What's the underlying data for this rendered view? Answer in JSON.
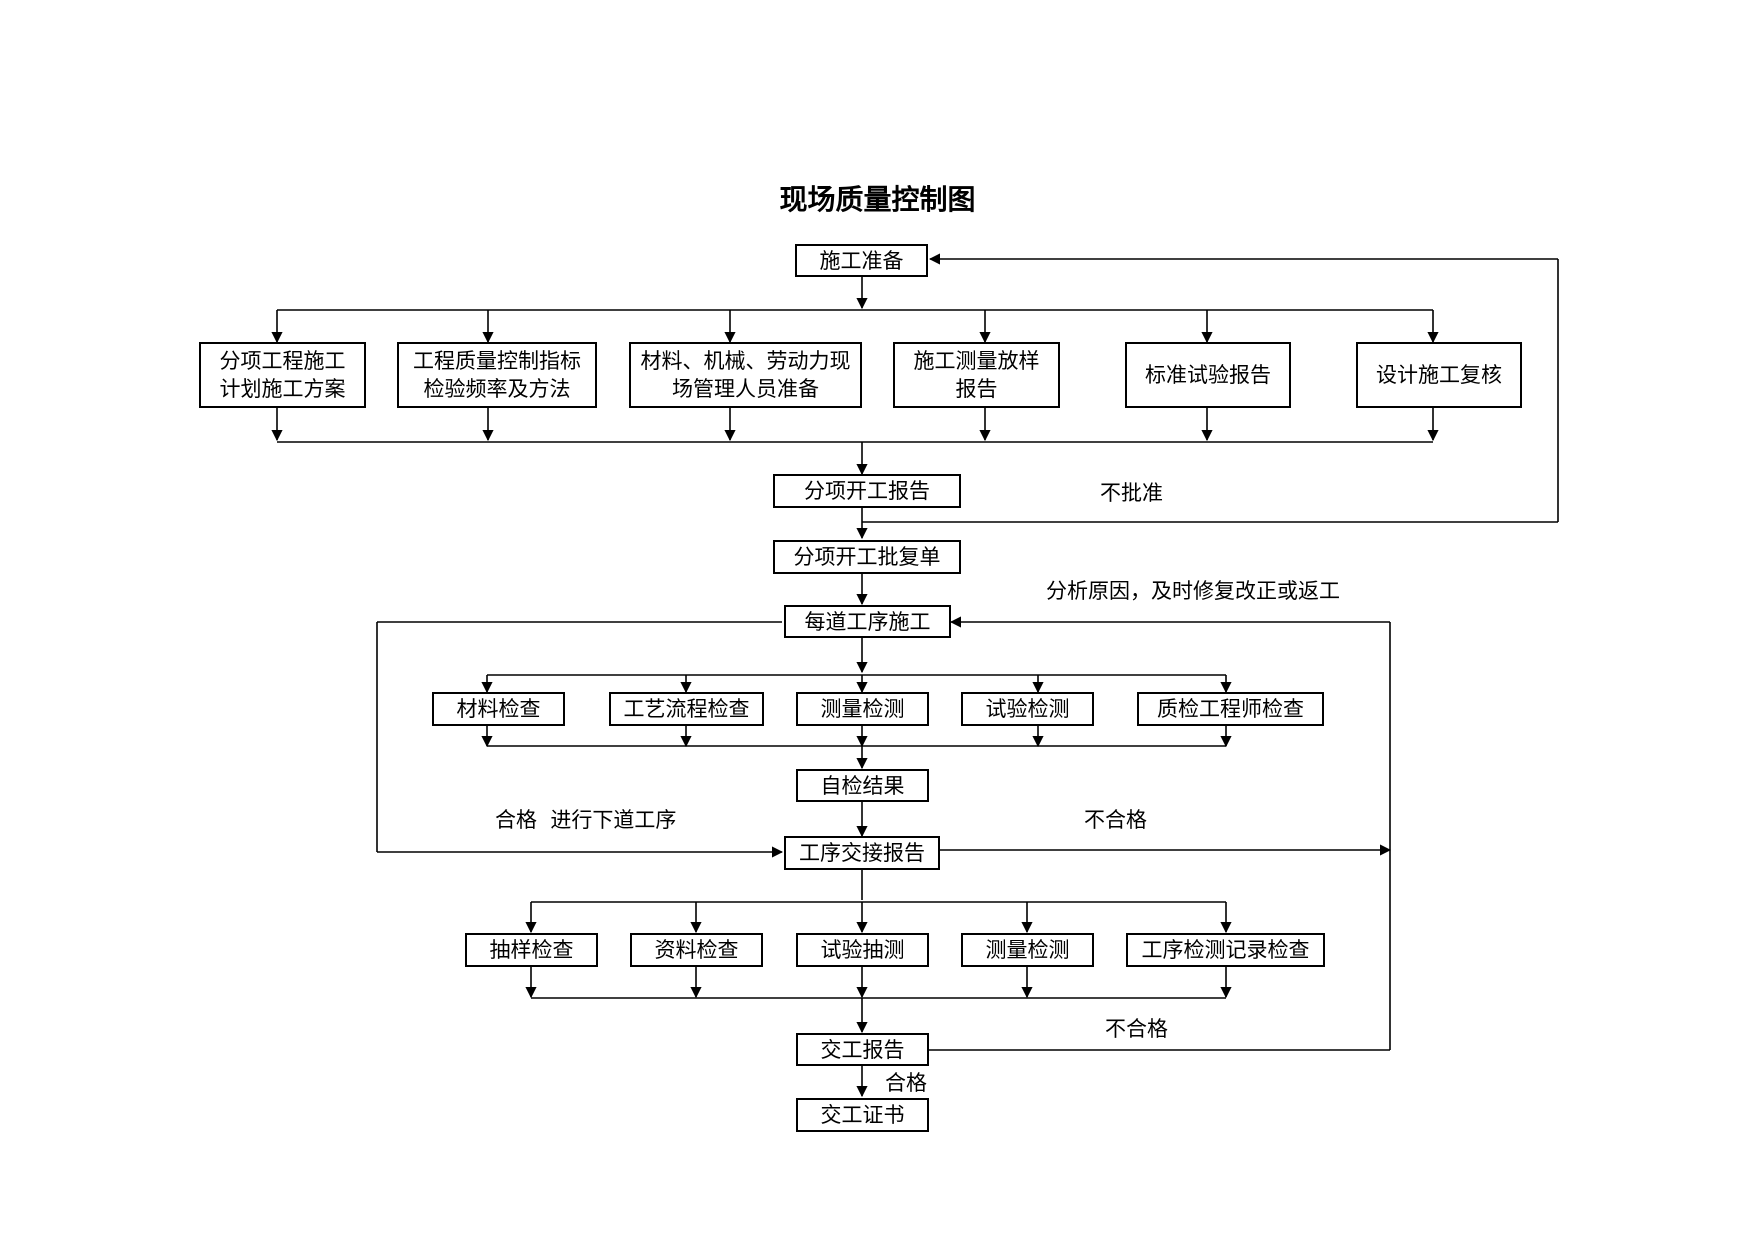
{
  "title": "现场质量控制图",
  "nodes": {
    "prep": "施工准备",
    "plan": "分项工程施工\n计划施工方案",
    "index": "工程质量控制指标\n检验频率及方法",
    "material": "材料、机械、劳动力现\n场管理人员准备",
    "survey": "施工测量放样\n报告",
    "standard": "标准试验报告",
    "design": "设计施工复核",
    "start_report": "分项开工报告",
    "approval": "分项开工批复单",
    "process": "每道工序施工",
    "check_material": "材料检查",
    "check_craft": "工艺流程检查",
    "check_measure": "测量检测",
    "check_test": "试验检测",
    "check_engineer": "质检工程师检查",
    "self_result": "自检结果",
    "handover": "工序交接报告",
    "sample": "抽样检查",
    "docs": "资料检查",
    "test_sample": "试验抽测",
    "measure2": "测量检测",
    "record": "工序检测记录检查",
    "delivery_report": "交工报告",
    "certificate": "交工证书"
  },
  "labels": {
    "not_approved": "不批准",
    "analyze": "分析原因，及时修复改正或返工",
    "pass_next": "合格  进行下道工序",
    "fail1": "不合格",
    "fail2": "不合格",
    "pass": "合格"
  }
}
